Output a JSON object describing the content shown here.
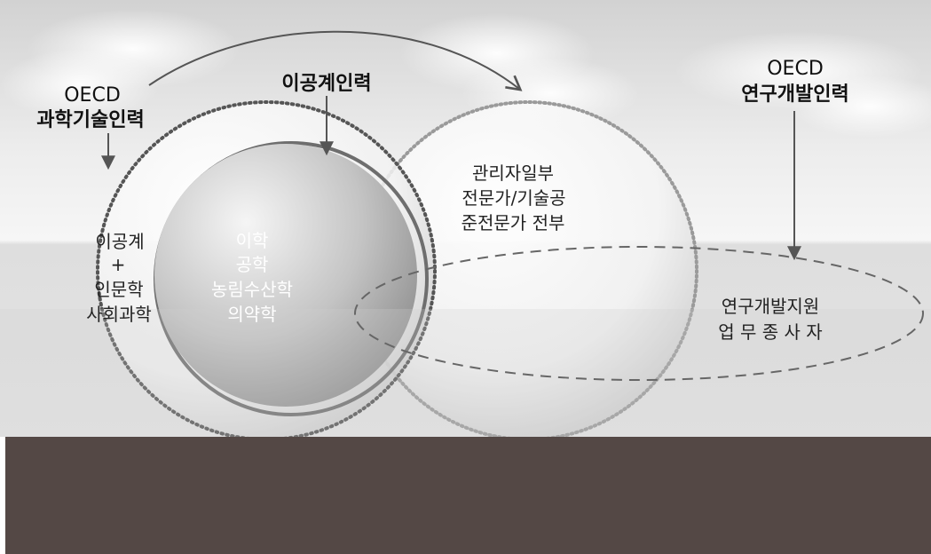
{
  "labels": {
    "oecd_hrst_line1": "OECD",
    "oecd_hrst_line2": "과학기술인력",
    "stem_workforce": "이공계인력",
    "oecd_rd_line1": "OECD",
    "oecd_rd_line2": "연구개발인력",
    "outer_left_line1": "이공계",
    "outer_left_line2": "+",
    "outer_left_line3": "인문학",
    "outer_left_line4": "사회과학",
    "inner_line1": "이학",
    "inner_line2": "공학",
    "inner_line3": "농림수산학",
    "inner_line4": "의약학",
    "right_line1": "관리자일부",
    "right_line2": "전문가/기술공",
    "right_line3": "준전문가 전부",
    "ellipse_line1": "연구개발지원",
    "ellipse_line2": "업 무 종 사 자"
  },
  "colors": {
    "bottom_bar": "#544845",
    "dotted_ring": "#555555",
    "dashed_ellipse": "#666666",
    "inner_ring": "#6e6e6e"
  }
}
